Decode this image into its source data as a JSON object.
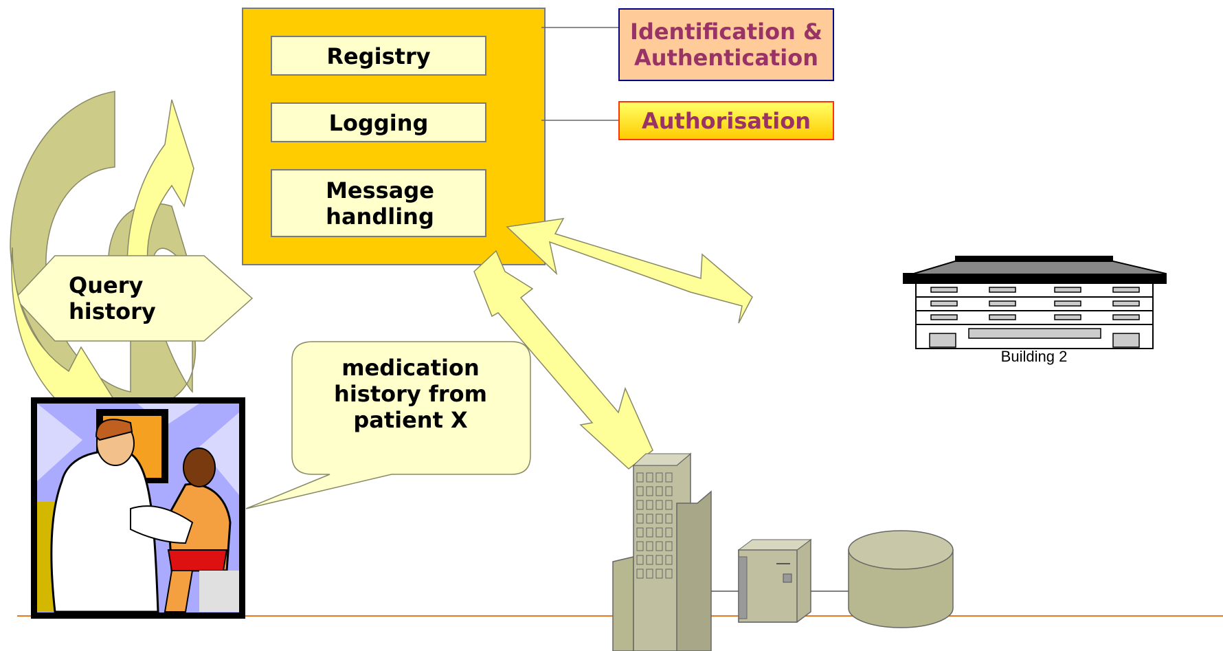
{
  "server": {
    "modules": [
      "Registry",
      "Logging",
      "Message handling"
    ]
  },
  "security": {
    "identification": "Identification & Authentication",
    "authorisation": "Authorisation"
  },
  "query": {
    "label": "Query history"
  },
  "callout": {
    "text": "medication history from patient X"
  },
  "building": {
    "label": "Building 2"
  },
  "colors": {
    "server_fill": "#ffcc00",
    "module_fill": "#ffffcc",
    "label_text": "#993366",
    "arrow_fill": "#ffff99",
    "olive": "#cccc88",
    "baseline": "#e87722"
  },
  "icons": [
    "doctor-patient-clipart",
    "office-building-icon",
    "server-tower-icon",
    "database-cylinder-icon",
    "hospital-building-icon"
  ]
}
